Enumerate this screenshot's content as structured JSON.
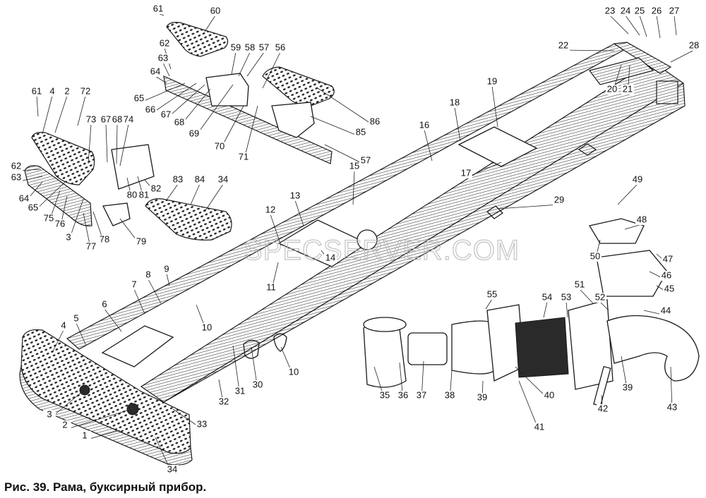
{
  "figure": {
    "caption": "Рис. 39. Рама, буксирный прибор.",
    "watermark": "SPECSERVER.COM"
  },
  "callouts": [
    {
      "id": "c1",
      "text": "1"
    },
    {
      "id": "c2a",
      "text": "2"
    },
    {
      "id": "c2b",
      "text": "2"
    },
    {
      "id": "c3a",
      "text": "3"
    },
    {
      "id": "c3b",
      "text": "3"
    },
    {
      "id": "c4a",
      "text": "4"
    },
    {
      "id": "c4b",
      "text": "4"
    },
    {
      "id": "c5",
      "text": "5"
    },
    {
      "id": "c6",
      "text": "6"
    },
    {
      "id": "c7",
      "text": "7"
    },
    {
      "id": "c8",
      "text": "8"
    },
    {
      "id": "c9",
      "text": "9"
    },
    {
      "id": "c10a",
      "text": "10"
    },
    {
      "id": "c10b",
      "text": "10"
    },
    {
      "id": "c11",
      "text": "11"
    },
    {
      "id": "c12",
      "text": "12"
    },
    {
      "id": "c13",
      "text": "13"
    },
    {
      "id": "c14",
      "text": "14"
    },
    {
      "id": "c15",
      "text": "15"
    },
    {
      "id": "c16",
      "text": "16"
    },
    {
      "id": "c17",
      "text": "17"
    },
    {
      "id": "c18",
      "text": "18"
    },
    {
      "id": "c19",
      "text": "19"
    },
    {
      "id": "c20",
      "text": "20"
    },
    {
      "id": "c21",
      "text": "21"
    },
    {
      "id": "c22",
      "text": "22"
    },
    {
      "id": "c23",
      "text": "23"
    },
    {
      "id": "c24",
      "text": "24"
    },
    {
      "id": "c25",
      "text": "25"
    },
    {
      "id": "c26",
      "text": "26"
    },
    {
      "id": "c27",
      "text": "27"
    },
    {
      "id": "c28",
      "text": "28"
    },
    {
      "id": "c29",
      "text": "29"
    },
    {
      "id": "c30",
      "text": "30"
    },
    {
      "id": "c31",
      "text": "31"
    },
    {
      "id": "c32",
      "text": "32"
    },
    {
      "id": "c33",
      "text": "33"
    },
    {
      "id": "c34a",
      "text": "34"
    },
    {
      "id": "c34b",
      "text": "34"
    },
    {
      "id": "c35",
      "text": "35"
    },
    {
      "id": "c36",
      "text": "36"
    },
    {
      "id": "c37",
      "text": "37"
    },
    {
      "id": "c38",
      "text": "38"
    },
    {
      "id": "c39a",
      "text": "39"
    },
    {
      "id": "c39b",
      "text": "39"
    },
    {
      "id": "c40",
      "text": "40"
    },
    {
      "id": "c41",
      "text": "41"
    },
    {
      "id": "c42",
      "text": "42"
    },
    {
      "id": "c43",
      "text": "43"
    },
    {
      "id": "c44",
      "text": "44"
    },
    {
      "id": "c45",
      "text": "45"
    },
    {
      "id": "c46",
      "text": "46"
    },
    {
      "id": "c47",
      "text": "47"
    },
    {
      "id": "c48",
      "text": "48"
    },
    {
      "id": "c49",
      "text": "49"
    },
    {
      "id": "c50",
      "text": "50"
    },
    {
      "id": "c51",
      "text": "51"
    },
    {
      "id": "c52",
      "text": "52"
    },
    {
      "id": "c53",
      "text": "53"
    },
    {
      "id": "c54",
      "text": "54"
    },
    {
      "id": "c55",
      "text": "55"
    },
    {
      "id": "c56",
      "text": "56"
    },
    {
      "id": "c57a",
      "text": "57"
    },
    {
      "id": "c57b",
      "text": "57"
    },
    {
      "id": "c58",
      "text": "58"
    },
    {
      "id": "c59",
      "text": "59"
    },
    {
      "id": "c60",
      "text": "60"
    },
    {
      "id": "c61a",
      "text": "61"
    },
    {
      "id": "c61b",
      "text": "61"
    },
    {
      "id": "c62a",
      "text": "62"
    },
    {
      "id": "c62b",
      "text": "62"
    },
    {
      "id": "c63a",
      "text": "63"
    },
    {
      "id": "c63b",
      "text": "63"
    },
    {
      "id": "c64a",
      "text": "64"
    },
    {
      "id": "c64b",
      "text": "64"
    },
    {
      "id": "c65a",
      "text": "65"
    },
    {
      "id": "c65b",
      "text": "65"
    },
    {
      "id": "c66",
      "text": "66"
    },
    {
      "id": "c67a",
      "text": "67"
    },
    {
      "id": "c67b",
      "text": "67"
    },
    {
      "id": "c68a",
      "text": "68"
    },
    {
      "id": "c68b",
      "text": "68"
    },
    {
      "id": "c69",
      "text": "69"
    },
    {
      "id": "c70",
      "text": "70"
    },
    {
      "id": "c71",
      "text": "71"
    },
    {
      "id": "c72",
      "text": "72"
    },
    {
      "id": "c73",
      "text": "73"
    },
    {
      "id": "c74",
      "text": "74"
    },
    {
      "id": "c75",
      "text": "75"
    },
    {
      "id": "c76",
      "text": "76"
    },
    {
      "id": "c77",
      "text": "77"
    },
    {
      "id": "c78",
      "text": "78"
    },
    {
      "id": "c79",
      "text": "79"
    },
    {
      "id": "c80",
      "text": "80"
    },
    {
      "id": "c81",
      "text": "81"
    },
    {
      "id": "c82",
      "text": "82"
    },
    {
      "id": "c83",
      "text": "83"
    },
    {
      "id": "c84",
      "text": "84"
    },
    {
      "id": "c85",
      "text": "85"
    },
    {
      "id": "c86",
      "text": "86"
    }
  ]
}
